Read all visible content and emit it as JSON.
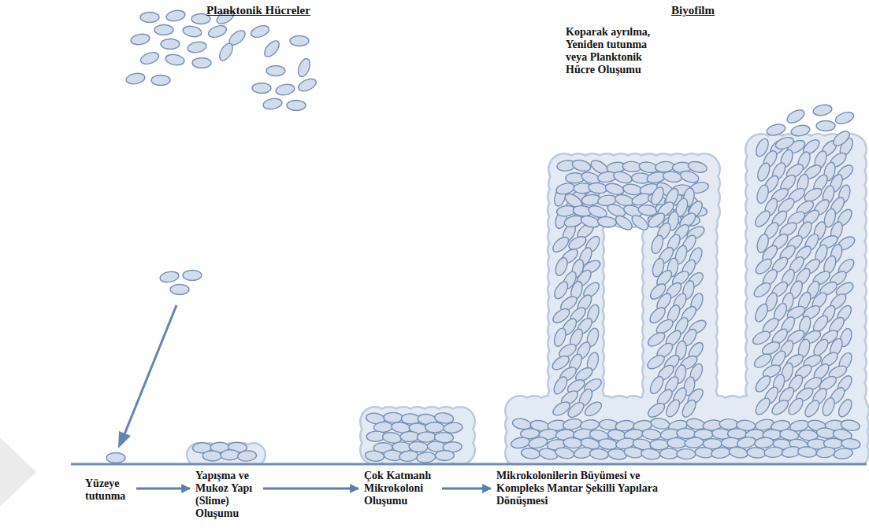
{
  "diagram": {
    "nodes": [
      {
        "text": [
          "Yüzeye tutunma"
        ]
      },
      {
        "text": [
          "Yapışma ve Mukoz Yapı (Slime) Oluşumu"
        ]
      },
      {
        "text": [
          "Çok Katmanlı Mikrokoloni Oluşumu"
        ]
      },
      {
        "text": [
          "Mikrokolonilerin Büyümesi ve Kompleks Mantar Şekilli Yapılara Dönüşmesi"
        ]
      }
    ],
    "edges": [
      {
        "from": 0,
        "to": 1,
        "arrow": "to"
      },
      {
        "from": 1,
        "to": 2,
        "arrow": "to"
      },
      {
        "from": 2,
        "to": 3,
        "arrow": "to"
      }
    ],
    "labels": [
      "Planktonik Hücreler",
      "Biyofilm",
      "Koparak ayrılma, Yeniden tutunma veya Planktonik Hücre Oluşumu"
    ]
  }
}
